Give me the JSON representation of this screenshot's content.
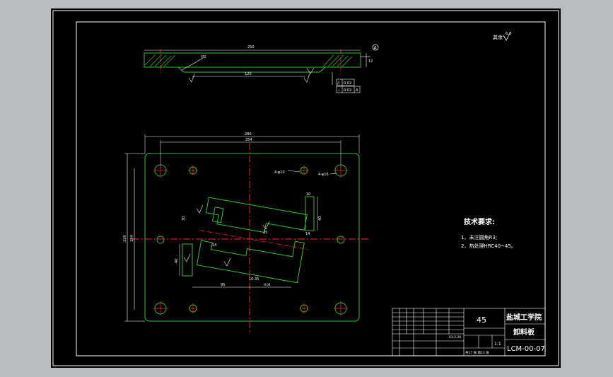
{
  "drawing": {
    "roughness_note_label": "其余",
    "roughness_note_value": "6.3",
    "datum_label": "A",
    "dims": {
      "top_width": "250",
      "top_height": "12",
      "r2": "R2",
      "bottom_width": "120",
      "plan_width": "280",
      "plan_inner_width": "254",
      "plan_height": "220",
      "plan_inner_height": "194",
      "inner_h": "30",
      "left_step": "14",
      "left_height": "40",
      "bottom_len": "95",
      "center_len": "10.35",
      "tol": "-0.04",
      "hole_1": "4-φ10",
      "hole_2": "4-φ16",
      "right_w": "10",
      "right_h": "40",
      "small_14": "14",
      "angle": "25"
    },
    "gdt_1_symbol": "//",
    "gdt_1_value": "0.02",
    "gdt_2_symbol": "⊥",
    "gdt_2_value": "0.02",
    "gdt_2_datum": "A"
  },
  "tech": {
    "title": "技术要求:",
    "line1": "1、未注圆角R3;",
    "line2": "2、热处理HRC40~45。"
  },
  "title_block": {
    "material": "45",
    "school": "盐城工学院",
    "part_name": "卸料板",
    "drawing_no": "LCM-00-07",
    "scale": "1:1",
    "sheet_info": "共17  张 第11 张",
    "date": "03.5.26"
  },
  "colors": {
    "background": "#000000",
    "frame": "#ffffff",
    "outline": "#2ec42e",
    "center": "#ff2a2a",
    "dim": "#ffffff",
    "text": "#ffffff"
  }
}
